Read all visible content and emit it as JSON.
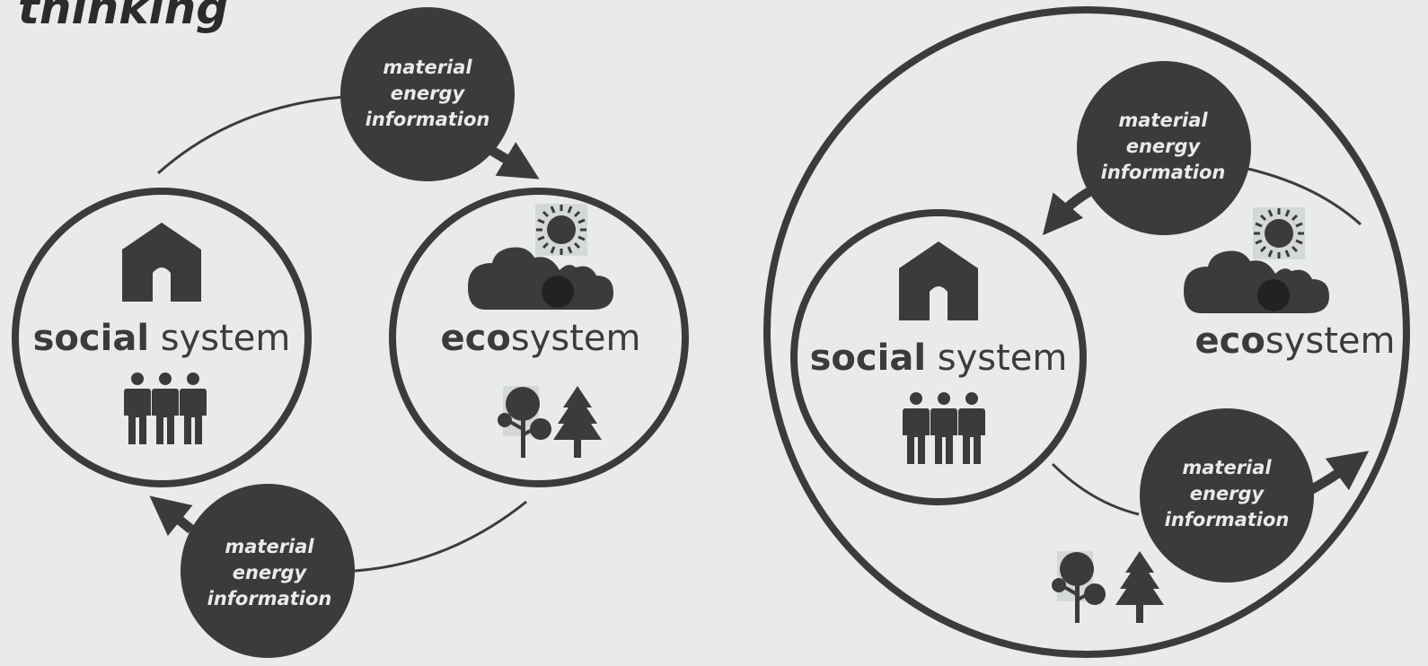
{
  "heading": "thinking",
  "left_diagram": {
    "social": {
      "bold": "social",
      "rest": " system"
    },
    "eco": {
      "bold": "eco",
      "rest": "system"
    },
    "flow_top": [
      "material",
      "energy",
      "information"
    ],
    "flow_bottom": [
      "material",
      "energy",
      "information"
    ]
  },
  "right_diagram": {
    "social": {
      "bold": "social",
      "rest": " system"
    },
    "eco": {
      "bold": "eco",
      "rest": "system"
    },
    "flow_top": [
      "material",
      "energy",
      "information"
    ],
    "flow_bottom": [
      "material",
      "energy",
      "information"
    ]
  },
  "colors": {
    "background": "#e8ebea",
    "dark": "#3b3b3b",
    "light_text": "#e8ebea"
  },
  "icons": [
    "house-icon",
    "people-icon",
    "sun-icon",
    "cloud-icon",
    "tree-icon",
    "pine-icon",
    "arrow-icon"
  ]
}
